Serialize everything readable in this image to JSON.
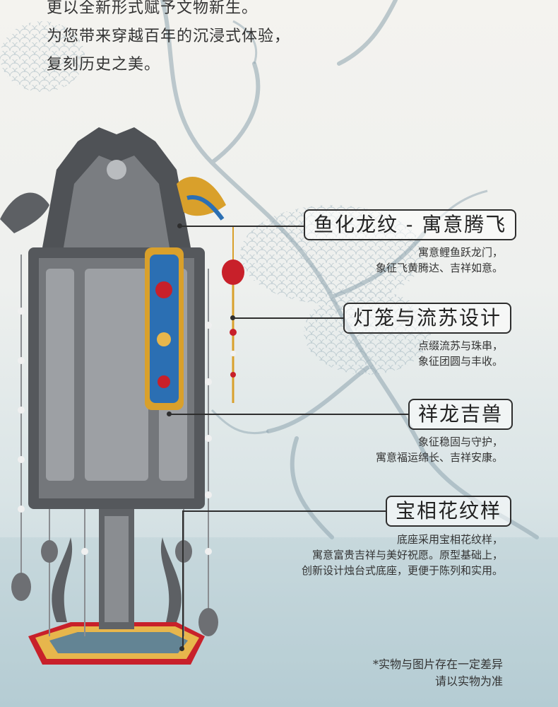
{
  "intro": {
    "line1": "更以全新形式赋予文物新生。",
    "line2": "为您带来穿越百年的沉浸式体验，",
    "line3": "复刻历史之美。"
  },
  "features": [
    {
      "title": "鱼化龙纹 - 寓意腾飞",
      "desc1": "寓意鲤鱼跃龙门，",
      "desc2": "象征飞黄腾达、吉祥如意。"
    },
    {
      "title": "灯笼与流苏设计",
      "desc1": "点缀流苏与珠串，",
      "desc2": "象征团圆与丰收。"
    },
    {
      "title": "祥龙吉兽",
      "desc1": "象征稳固与守护，",
      "desc2": "寓意福运绵长、吉祥安康。"
    },
    {
      "title": "宝相花纹样",
      "desc1": "底座采用宝相花纹样，",
      "desc2": "寓意富贵吉祥与美好祝愿。原型基础上，",
      "desc3": "创新设计烛台式底座，更便于陈列和实用。"
    }
  ],
  "disclaimer": {
    "line1": "*实物与图片存在一定差异",
    "line2": "请以实物为准"
  },
  "colors": {
    "line": "#2e2e2e",
    "lantern_metal": "#6d6f73",
    "accent_red": "#c8202a",
    "accent_gold": "#d9a02b",
    "accent_blue": "#2b6fb3"
  }
}
